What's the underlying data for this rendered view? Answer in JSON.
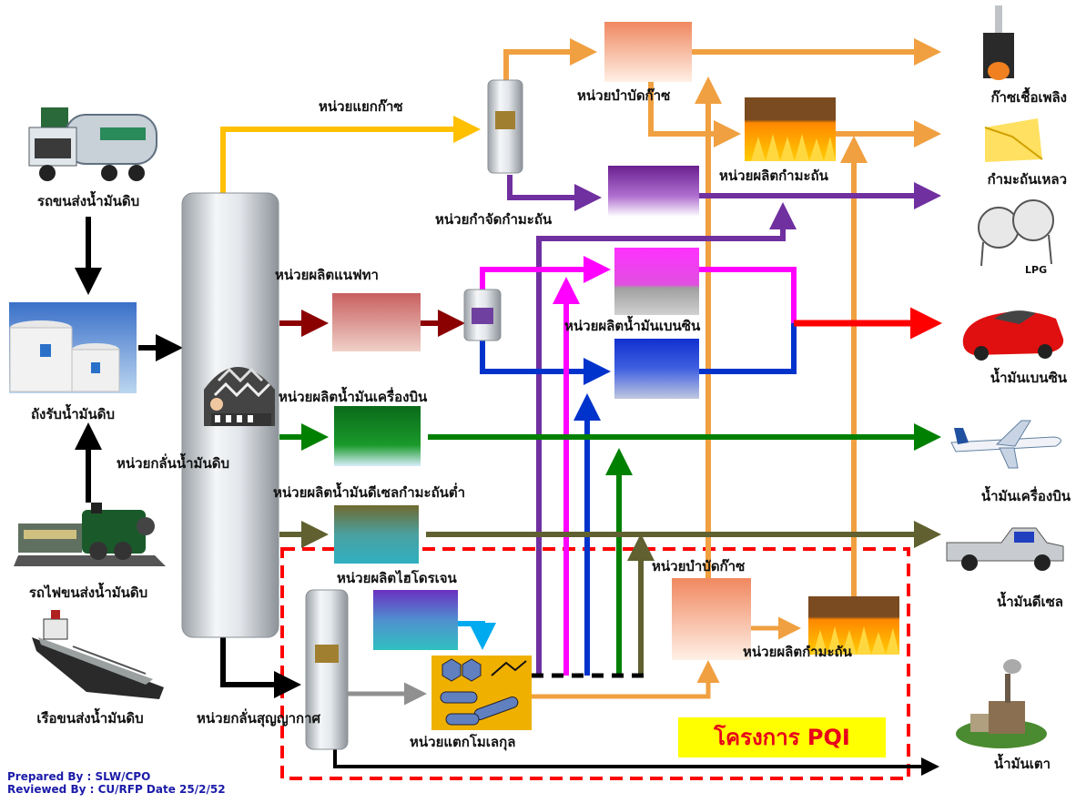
{
  "labels": {
    "crude_truck": "รถขนส่งน้ำมันดิบ",
    "crude_tank": "ถังรับน้ำมันดิบ",
    "crude_train": "รถไฟขนส่งน้ำมันดิบ",
    "crude_ship": "เรือขนส่งน้ำมันดิบ",
    "distillation_unit": "หน่วยกลั่นน้ำมันดิบ",
    "vacuum_unit": "หน่วยกลั่นสุญญากาศ",
    "gas_separation": "หน่วยแยกก๊าซ",
    "gas_treating_top": "หน่วยบำบัดก๊าซ",
    "sulfur_removal": "หน่วยกำจัดกำมะถัน",
    "sulfur_production_top": "หน่วยผลิตกำมะถัน",
    "naphtha_unit": "หน่วยผลิตแนฟทา",
    "gasoline_unit": "หน่วยผลิตน้ำมันเบนซิน",
    "jet_unit": "หน่วยผลิตน้ำมันเครื่องบิน",
    "low_sulfur_diesel_unit": "หน่วยผลิตน้ำมันดีเซลกำมะถันต่ำ",
    "hydrogen_unit": "หน่วยผลิตไฮโดรเจน",
    "gas_treating_bottom": "หน่วยบำบัดก๊าซ",
    "sulfur_production_bottom": "หน่วยผลิตกำมะถัน",
    "cracking_unit": "หน่วยแตกโมเลกุล"
  },
  "products": {
    "fuel_gas": "ก๊าซเชื้อเพลิง",
    "liquid_sulfur": "กำมะถันเหลว",
    "lpg_tank_text": "LPG",
    "gasoline": "น้ำมันเบนซิน",
    "jet_fuel": "น้ำมันเครื่องบิน",
    "diesel": "น้ำมันดีเซล",
    "fuel_oil": "น้ำมันเตา"
  },
  "project_label": "โครงการ PQI",
  "credits": {
    "prepared": "Prepared  By : SLW/CPO",
    "reviewed": "Reviewed By : CU/RFP  Date  25/2/52"
  },
  "colors": {
    "gas_line": "#f0a040",
    "gas_separation_line": "#ffc000",
    "sulfur_line": "#7030a0",
    "naphtha_line": "#8b0000",
    "pink_line": "#ff00ff",
    "blue_line": "#0033cc",
    "gasoline_line": "#ff0000",
    "jet_line": "#008000",
    "diesel_line": "#606030",
    "hydrogen_line": "#00aaee",
    "black_line": "#000000",
    "pqi_border": "#ff0000",
    "pqi_fill": "#ffff00",
    "pqi_text": "#ff0000"
  }
}
